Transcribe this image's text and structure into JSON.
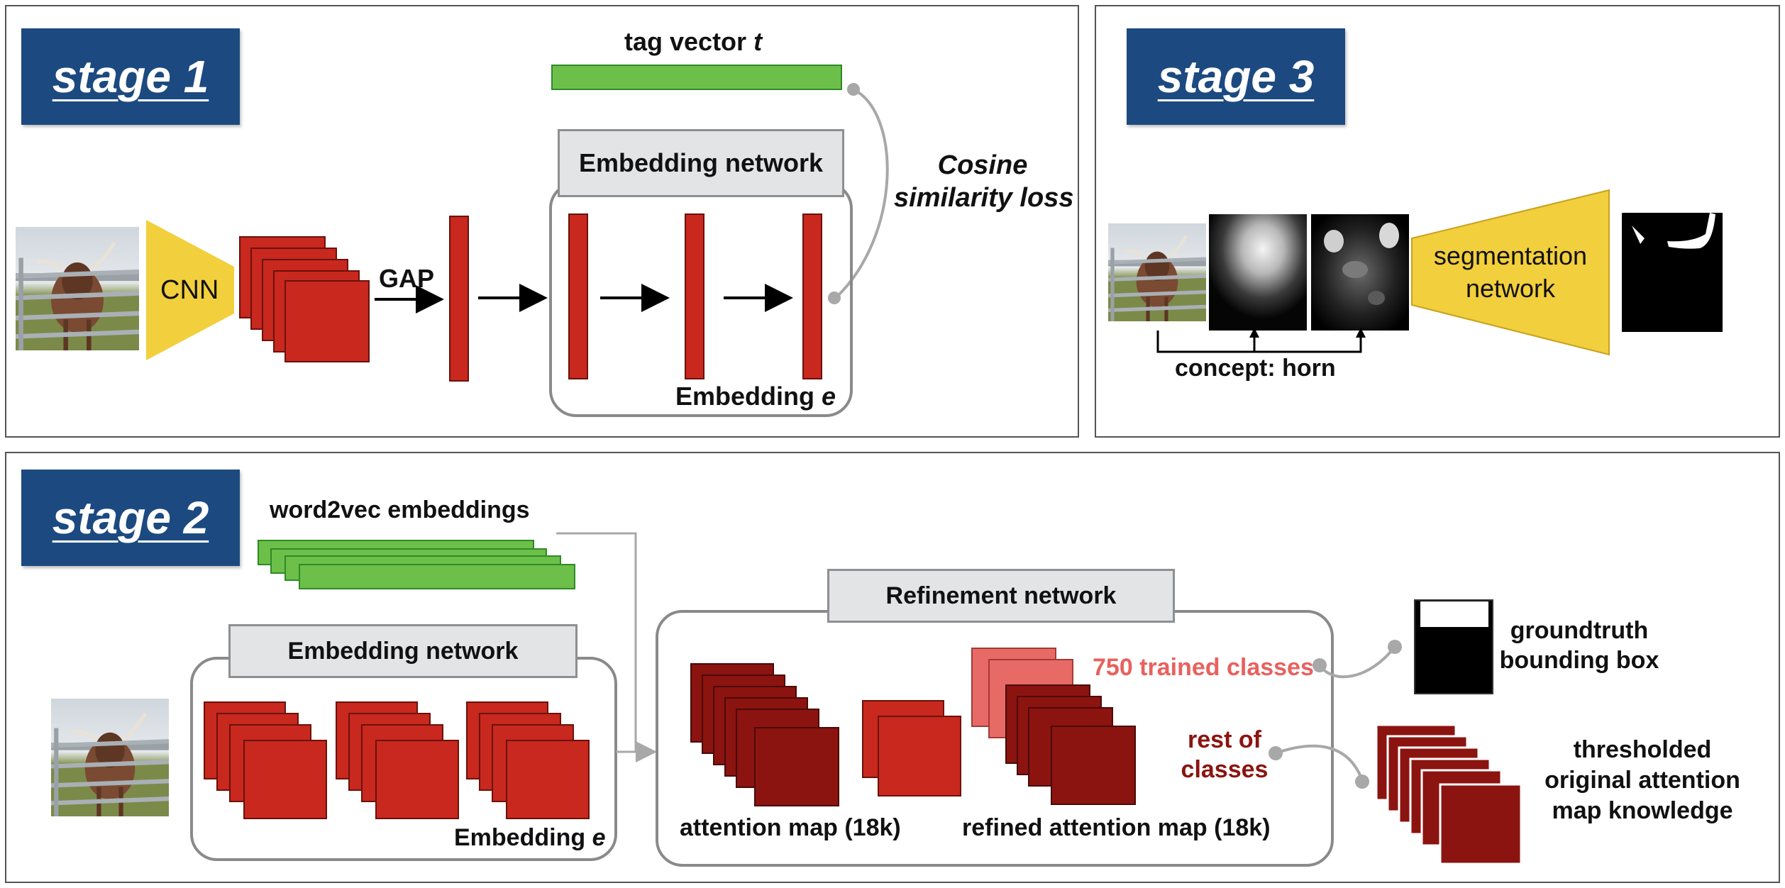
{
  "stage1": {
    "badge": "stage 1",
    "tag_vector_label": "tag vector",
    "tag_vector_symbol": "t",
    "embedding_network_title": "Embedding network",
    "cnn_label": "CNN",
    "gap_label": "GAP",
    "cosine_loss_line1": "Cosine",
    "cosine_loss_line2": "similarity loss",
    "embedding_label": "Embedding",
    "embedding_symbol": "e"
  },
  "stage2": {
    "badge": "stage 2",
    "word2vec_label": "word2vec embeddings",
    "embedding_network_title": "Embedding network",
    "embedding_label": "Embedding",
    "embedding_symbol": "e",
    "refinement_network_title": "Refinement network",
    "attention_map_label": "attention map (18k)",
    "refined_attention_map_label": "refined attention map (18k)",
    "trained_classes_label": "750 trained classes",
    "rest_of_classes_line1": "rest of",
    "rest_of_classes_line2": "classes",
    "groundtruth_line1": "groundtruth",
    "groundtruth_line2": "bounding box",
    "thresholded_line1": "thresholded",
    "thresholded_line2": "original attention",
    "thresholded_line3": "map knowledge"
  },
  "stage3": {
    "badge": "stage 3",
    "segmentation_line1": "segmentation",
    "segmentation_line2": "network",
    "concept_label": "concept: horn"
  },
  "colors": {
    "stage_badge": "#1c4a80",
    "feature_red": "#c8281e",
    "dark_red": "#8b1410",
    "light_red": "#e86a66",
    "tag_green": "#6cc04a",
    "cnn_yellow": "#f2cf3c",
    "trained_classes_text": "#e8615e",
    "rest_classes_text": "#8b1410"
  },
  "icons": [
    "cow-photo-icon",
    "attention-heatmap-icon",
    "segmentation-mask-icon"
  ]
}
